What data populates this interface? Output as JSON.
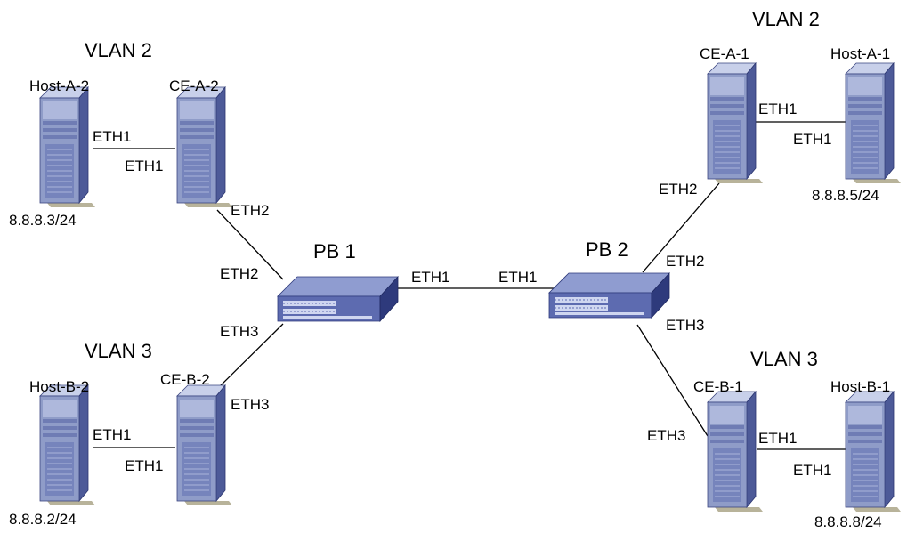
{
  "vlans": {
    "left_top": "VLAN 2",
    "left_bottom": "VLAN 3",
    "right_top": "VLAN 2",
    "right_bottom": "VLAN 3"
  },
  "devices": {
    "host_a2": {
      "name": "Host-A-2",
      "ip": "8.8.8.3/24"
    },
    "ce_a2": {
      "name": "CE-A-2"
    },
    "host_b2": {
      "name": "Host-B-2",
      "ip": "8.8.8.2/24"
    },
    "ce_b2": {
      "name": "CE-B-2"
    },
    "ce_a1": {
      "name": "CE-A-1"
    },
    "host_a1": {
      "name": "Host-A-1",
      "ip": "8.8.8.5/24"
    },
    "ce_b1": {
      "name": "CE-B-1"
    },
    "host_b1": {
      "name": "Host-B-1",
      "ip": "8.8.8.8/24"
    },
    "pb1": {
      "name": "PB 1"
    },
    "pb2": {
      "name": "PB 2"
    }
  },
  "ports": {
    "host_a2_eth1": "ETH1",
    "ce_a2_eth1": "ETH1",
    "ce_a2_eth2": "ETH2",
    "pb1_eth2": "ETH2",
    "pb1_eth3": "ETH3",
    "host_b2_eth1": "ETH1",
    "ce_b2_eth1": "ETH1",
    "ce_b2_eth3": "ETH3",
    "pb1_eth1": "ETH1",
    "pb2_eth1": "ETH1",
    "pb2_eth2": "ETH2",
    "pb2_eth3": "ETH3",
    "ce_a1_eth1": "ETH1",
    "host_a1_eth1": "ETH1",
    "ce_a1_eth2": "ETH2",
    "ce_b1_eth3": "ETH3",
    "ce_b1_eth1": "ETH1",
    "host_b1_eth1": "ETH1"
  },
  "colors": {
    "server_front": "#8f9cc8",
    "server_side": "#4d5a98",
    "server_top": "#c8d0ea",
    "switch_top": "#8f9cd0",
    "switch_front": "#5d6bb0",
    "switch_side": "#2e3a7c",
    "shadow": "#b8b39a",
    "line": "#000000"
  },
  "icons": {
    "server": "server-tower-icon",
    "switch": "network-switch-icon"
  }
}
